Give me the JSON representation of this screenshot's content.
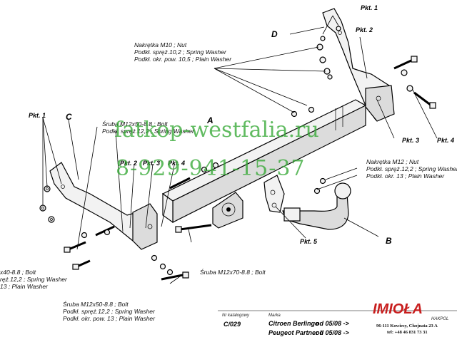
{
  "watermark": {
    "line1": "fatkop-westfalia.ru",
    "line2": "8-929-941-15-37"
  },
  "letters": {
    "a": "A",
    "b": "B",
    "c": "C",
    "d": "D"
  },
  "pkt_labels": {
    "top1": "Pkt. 1",
    "top2": "Pkt. 2",
    "top3": "Pkt. 3",
    "top4": "Pkt. 4",
    "left1": "Pkt. 1",
    "mid2": "Pkt. 2",
    "mid3": "Pkt. 3",
    "mid4": "Pkt. 4",
    "pkt5": "Pkt. 5"
  },
  "callouts": {
    "m10": [
      "Nakrętka  M10 ; Nut",
      "Podkł. spręż.10,2 ; Spring Washer",
      "Podkł. okr. pow. 10,5 ; Plain Washer"
    ],
    "m12_upper": [
      "Śruba M12x50-8.8 ;  Bolt",
      "Podkł. spręż.12,2 ; Spring Washer"
    ],
    "m12_nut": [
      "Nakrętka  M12 ; Nut",
      "Podkł. spręż.12,2 ; Spring Washer",
      "Podkł. okr. 13 ; Plain Washer"
    ],
    "m12x40": [
      "x40-8.8 ;  Bolt",
      "ręż.12,2 ; Spring Washer",
      "13 ; Plain Washer"
    ],
    "m12x70": [
      "Śruba M12x70-8.8 ;  Bolt"
    ],
    "m12x50_lower": [
      "Śruba M12x50-8.8 ;  Bolt",
      "Podkł. spręż.12,2 ; Spring Washer",
      "Podkł. okr. pow. 13 ; Plain Washer"
    ]
  },
  "title_block": {
    "catalog_label": "Nr katalogowy",
    "catalog_number": "C/029",
    "marka_label": "Marka",
    "rows": [
      {
        "model": "Citroen Berlingo",
        "from": "od  05/08 ->"
      },
      {
        "model": "Peugeot Partner II",
        "from": "od  05/08 ->"
      }
    ]
  },
  "brand": {
    "logo_text": "IMIOŁA",
    "logo_sub": "HAKPOL",
    "address": "96-111 Kowiesy, Chojnata 23 A",
    "phone": "tel: +48 46 831 73 31"
  },
  "colors": {
    "watermark": "#35a835",
    "logo": "#c81e1e"
  }
}
